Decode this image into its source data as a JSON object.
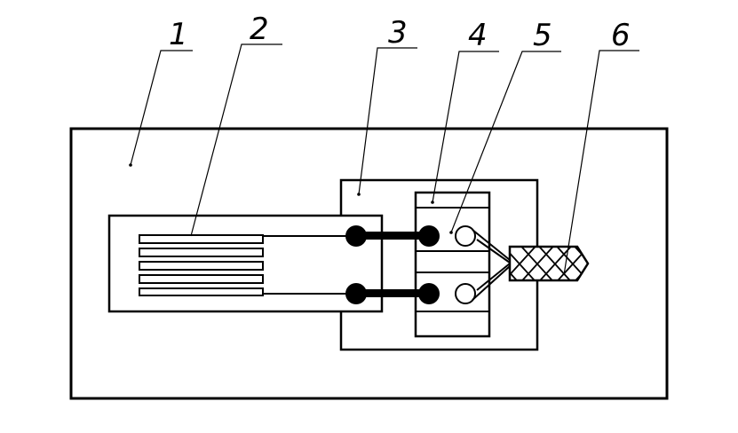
{
  "labels": [
    {
      "id": "1",
      "text": "1"
    },
    {
      "id": "2",
      "text": "2"
    },
    {
      "id": "3",
      "text": "3"
    },
    {
      "id": "4",
      "text": "4"
    },
    {
      "id": "5",
      "text": "5"
    },
    {
      "id": "6",
      "text": "6"
    }
  ],
  "colors": {
    "line": "#000000",
    "background": "#ffffff"
  }
}
